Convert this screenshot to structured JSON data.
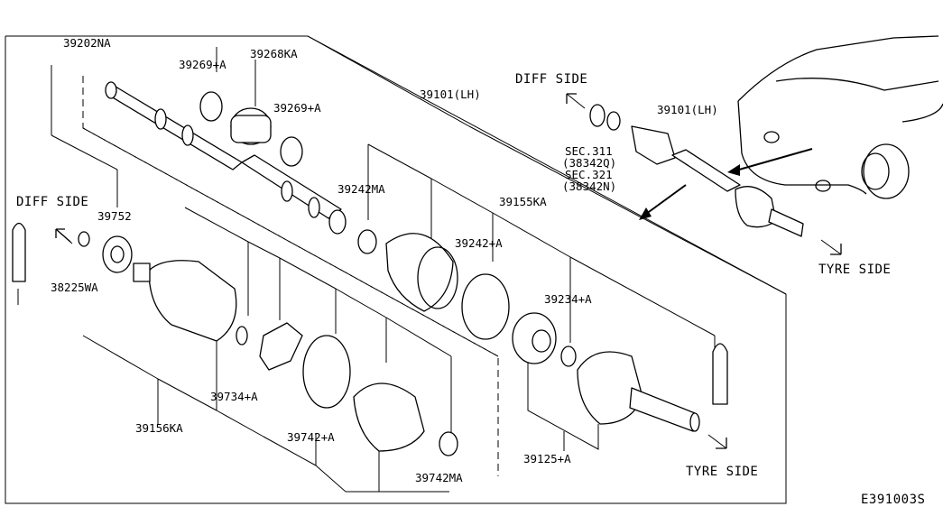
{
  "diagram_code": "E391003S",
  "direction_labels": {
    "diff_side_left": "DIFF SIDE",
    "diff_side_right": "DIFF SIDE",
    "tyre_side_main": "TYRE SIDE",
    "tyre_side_inset": "TYRE SIDE"
  },
  "parts": {
    "p39202NA": "39202NA",
    "p39269A_top": "39269+A",
    "p39268KA": "39268KA",
    "p39269A_right": "39269+A",
    "p39101LH_main": "39101(LH)",
    "p39242MA": "39242MA",
    "p39155KA": "39155KA",
    "p39752": "39752",
    "p39242A": "39242+A",
    "p38225WA": "38225WA",
    "p39234A": "39234+A",
    "p39734A": "39734+A",
    "p39156KA": "39156KA",
    "p39742A": "39742+A",
    "p39125A": "39125+A",
    "p39742MA": "39742MA",
    "p39101LH_inset": "39101(LH)"
  },
  "section_refs": {
    "sec311": "SEC.311",
    "sec311_part": "(38342Q)",
    "sec321": "SEC.321",
    "sec321_part": "(38342N)"
  }
}
